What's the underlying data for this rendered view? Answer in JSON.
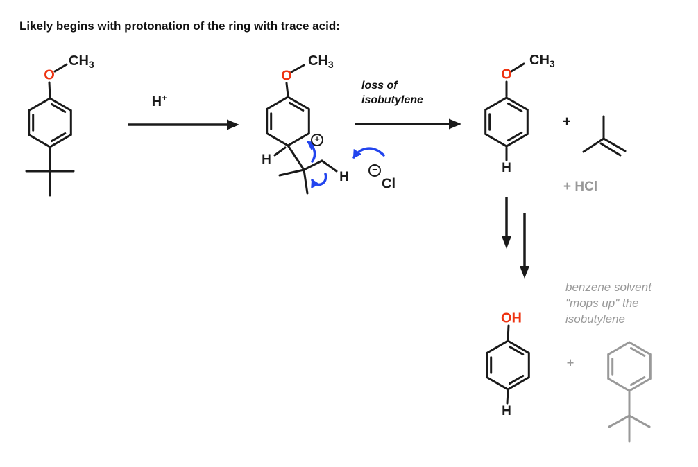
{
  "title": "Likely begins with protonation of the ring with trace acid:",
  "colors": {
    "bond_black": "#1a1a1a",
    "heteroatom_red": "#ee3311",
    "mechanism_arrow_blue": "#2244ee",
    "byproduct_gray": "#999999",
    "background": "#ffffff"
  },
  "reactant": {
    "oxygen": "O",
    "methyl_ch": "CH",
    "methyl_sub": "3"
  },
  "step1_arrow": {
    "reagent": "H",
    "reagent_sup": "+"
  },
  "intermediate": {
    "oxygen": "O",
    "methyl_ch": "CH",
    "methyl_sub": "3",
    "ring_h": "H",
    "leaving_h": "H",
    "plus_charge": "+",
    "minus_charge": "−",
    "chloride": "Cl"
  },
  "step2_arrow": {
    "line1": "loss of",
    "line2": "isobutylene"
  },
  "products": {
    "anisole": {
      "oxygen": "O",
      "methyl_ch": "CH",
      "methyl_sub": "3",
      "ring_h": "H"
    },
    "plus": "+",
    "hcl": "+ HCl",
    "phenol": {
      "hydroxyl": "OH",
      "ring_h": "H"
    },
    "plus_gray": "+",
    "note": {
      "line1": "benzene solvent",
      "line2": "\"mops up\" the",
      "line3": "isobutylene"
    }
  }
}
